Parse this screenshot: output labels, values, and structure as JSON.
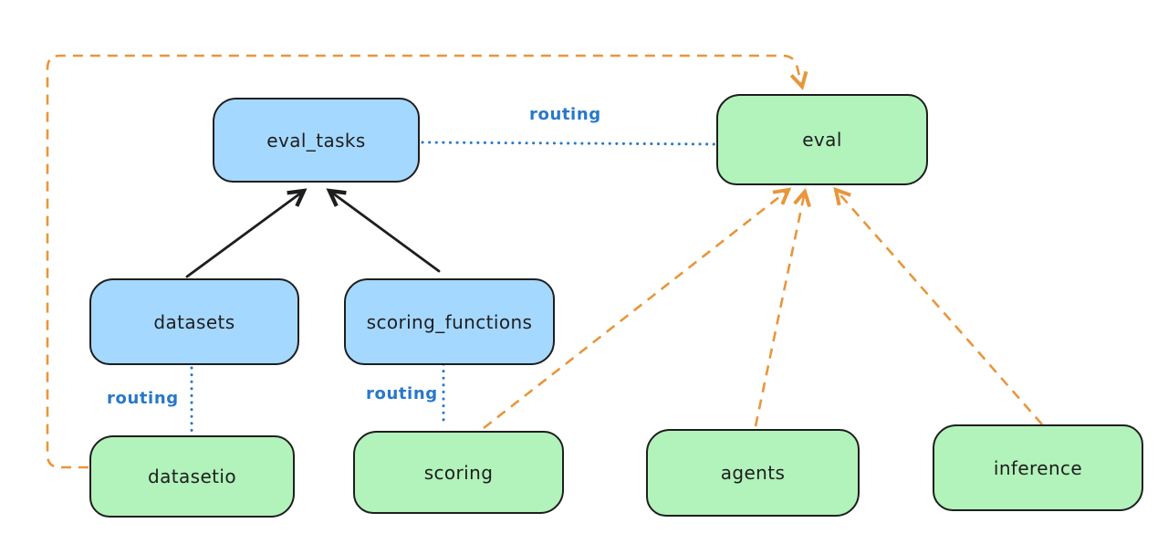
{
  "colors": {
    "background": "#ffffff",
    "node_blue_fill": "#a5d8ff",
    "node_green_fill": "#b2f2bb",
    "node_stroke": "#1e1e1e",
    "arrow_black": "#1e1e1e",
    "routing_blue": "#2878c8",
    "orange_dashed": "#e8963c"
  },
  "nodes": {
    "eval_tasks": {
      "label": "eval_tasks",
      "fill": "blue"
    },
    "eval": {
      "label": "eval",
      "fill": "green"
    },
    "datasets": {
      "label": "datasets",
      "fill": "blue"
    },
    "scoring_functions": {
      "label": "scoring_functions",
      "fill": "blue"
    },
    "datasetio": {
      "label": "datasetio",
      "fill": "green"
    },
    "scoring": {
      "label": "scoring",
      "fill": "green"
    },
    "agents": {
      "label": "agents",
      "fill": "green"
    },
    "inference": {
      "label": "inference",
      "fill": "green"
    }
  },
  "edge_labels": {
    "eval_tasks_to_eval": "routing",
    "datasets_to_datasetio": "routing",
    "scoring_functions_to_scoring": "routing"
  },
  "edges": [
    {
      "from": "datasets",
      "to": "eval_tasks",
      "style": "solid",
      "color": "black",
      "arrow": true
    },
    {
      "from": "scoring_functions",
      "to": "eval_tasks",
      "style": "solid",
      "color": "black",
      "arrow": true
    },
    {
      "from": "eval_tasks",
      "to": "eval",
      "style": "dotted",
      "color": "blue",
      "arrow": false,
      "label": "routing"
    },
    {
      "from": "datasets",
      "to": "datasetio",
      "style": "dotted",
      "color": "blue",
      "arrow": false,
      "label": "routing"
    },
    {
      "from": "scoring_functions",
      "to": "scoring",
      "style": "dotted",
      "color": "blue",
      "arrow": false,
      "label": "routing"
    },
    {
      "from": "datasetio",
      "to": "eval",
      "style": "dashed",
      "color": "orange",
      "arrow": true
    },
    {
      "from": "scoring",
      "to": "eval",
      "style": "dashed",
      "color": "orange",
      "arrow": true
    },
    {
      "from": "agents",
      "to": "eval",
      "style": "dashed",
      "color": "orange",
      "arrow": true
    },
    {
      "from": "inference",
      "to": "eval",
      "style": "dashed",
      "color": "orange",
      "arrow": true
    }
  ]
}
